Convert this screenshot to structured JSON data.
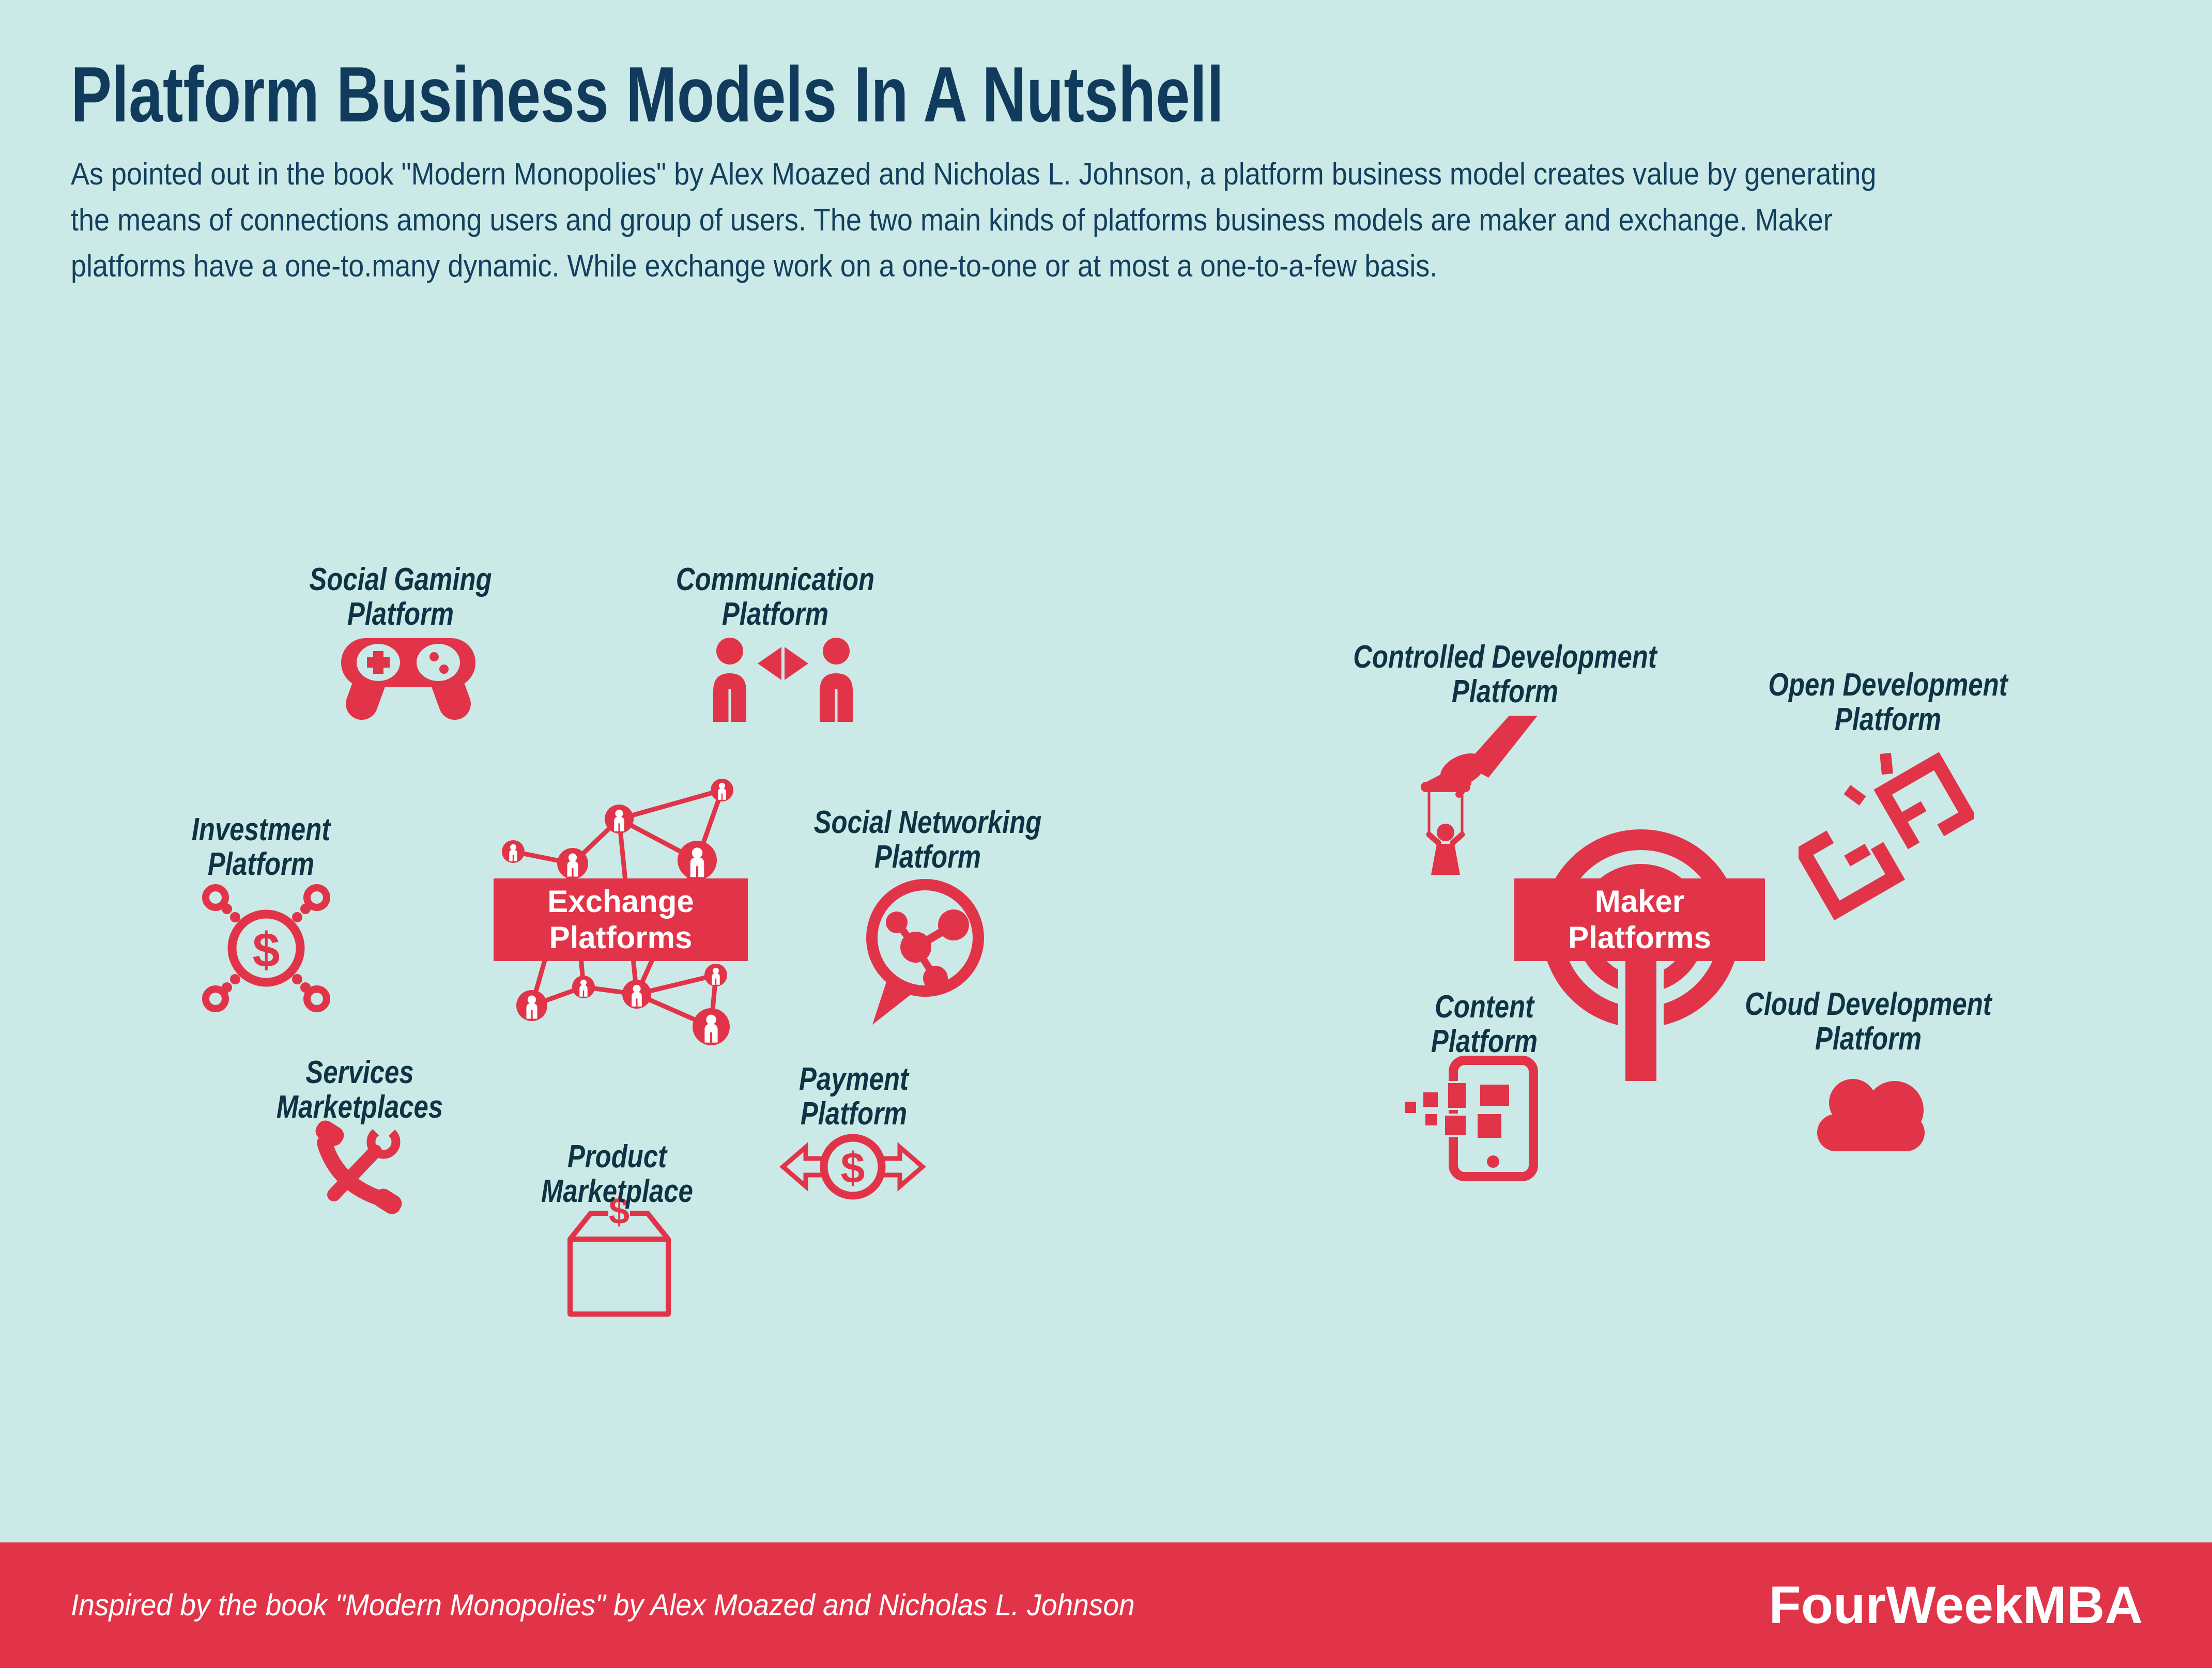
{
  "colors": {
    "background": "#cbeae7",
    "accent_red": "#e23449",
    "title_navy": "#113b5c",
    "body_navy": "#133f5f",
    "label_dark": "#0d3345",
    "banner_text": "#ffffff"
  },
  "header": {
    "title": "Platform Business Models In A Nutshell",
    "intro": "As pointed out in the book \"Modern Monopolies\" by Alex Moazed and Nicholas L. Johnson, a platform business model creates value by generating\nthe means of connections among users and group of users. The two main kinds of platforms business models are maker and exchange. Maker\nplatforms have a one-to.many dynamic. While exchange work on a one-to-one or at most a one-to-a-few basis."
  },
  "exchange": {
    "banner": "Exchange\nPlatforms",
    "items": {
      "social_gaming": "Social Gaming\nPlatform",
      "communication": "Communication\nPlatform",
      "investment": "Investment\nPlatform",
      "social_networking": "Social Networking\nPlatform",
      "services": "Services\nMarketplaces",
      "product": "Product\nMarketplace",
      "payment": "Payment\nPlatform"
    }
  },
  "maker": {
    "banner": "Maker\nPlatforms",
    "items": {
      "controlled": "Controlled Development\nPlatform",
      "open": "Open Development\nPlatform",
      "content": "Content\nPlatform",
      "cloud": "Cloud Development\nPlatform"
    }
  },
  "footer": {
    "credit": "Inspired by the book \"Modern Monopolies\" by Alex Moazed and Nicholas L. Johnson",
    "brand": "FourWeekMBA"
  }
}
